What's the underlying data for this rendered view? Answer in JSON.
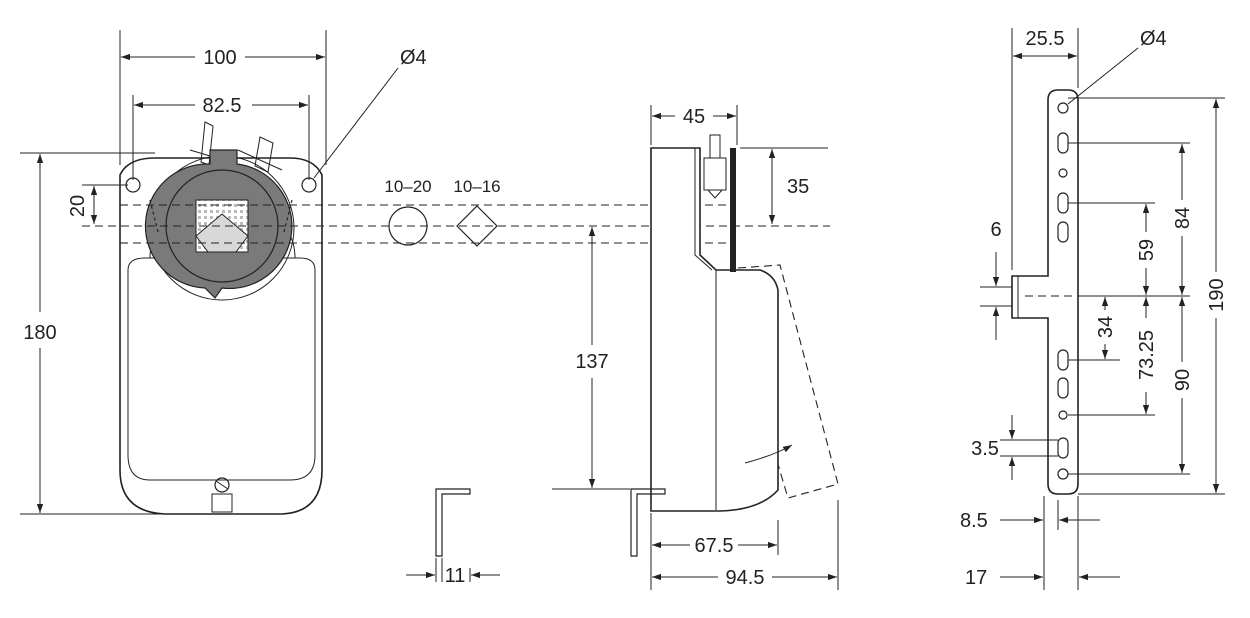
{
  "dimensions": {
    "front_width": "100",
    "front_hole_spacing": "82.5",
    "hole_diameter": "Ø4",
    "shaft_offset": "20",
    "front_height": "180",
    "round_shaft_range": "10–20",
    "square_shaft_range": "10–16",
    "side_depth": "45",
    "side_top_offset": "35",
    "side_shaft_height": "137",
    "side_bottom_depth": "67.5",
    "side_total_depth": "94.5",
    "bracket_thickness": "11",
    "bracket_width": "25.5",
    "bracket_hole_diameter": "Ø4",
    "bracket_tab": "6",
    "bracket_upper_slot": "59",
    "bracket_upper_hole": "84",
    "bracket_total_height": "190",
    "bracket_lower_slot": "34",
    "bracket_lower_hole": "73.25",
    "bracket_lower_total": "90",
    "bracket_slot_width": "3.5",
    "bracket_inner_width": "8.5",
    "bracket_outer_width": "17"
  }
}
